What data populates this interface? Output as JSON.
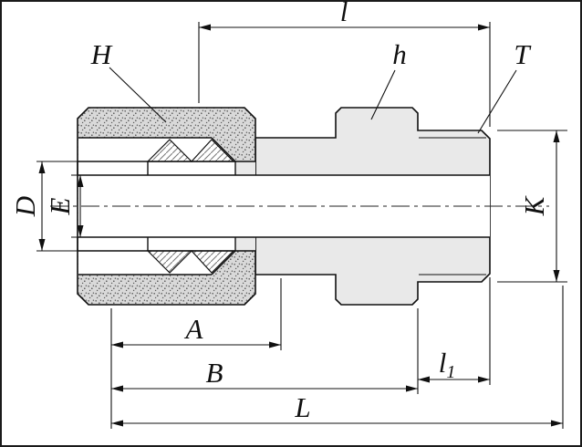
{
  "drawing": {
    "labels": {
      "l": "l",
      "H": "H",
      "h": "h",
      "T": "T",
      "D": "D",
      "E": "E",
      "K": "K",
      "A": "A",
      "B": "B",
      "l1_main": "l",
      "l1_sub": "1",
      "L": "L"
    },
    "colors": {
      "line": "#101010",
      "body_fill": "#e9e9e9",
      "nut_fill": "#d9d9d9",
      "background": "#ffffff"
    }
  }
}
